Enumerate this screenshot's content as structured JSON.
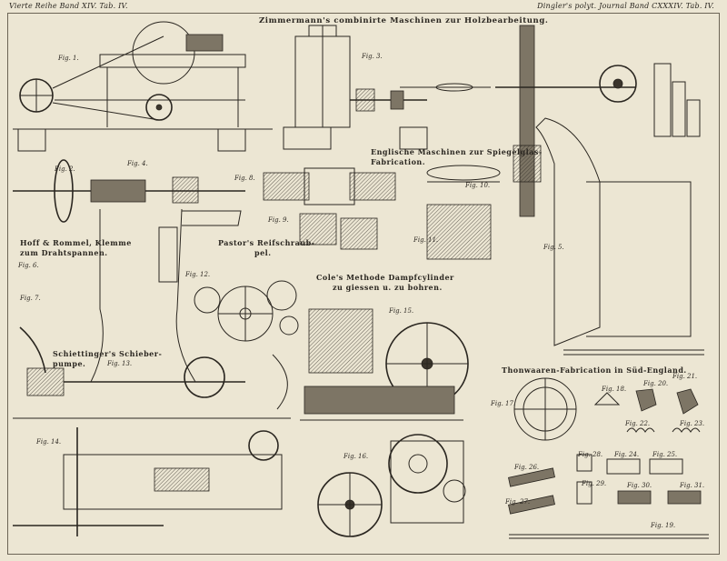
{
  "plate": {
    "header_left": "Vierte Reihe Band XIV. Tab. IV.",
    "header_right": "Dingler's polyt. Journal Band CXXXIV. Tab. IV.",
    "title": "Zimmermann's combinirte Maschinen zur Holzbearbeitung."
  },
  "captions": {
    "spiegelglas": [
      "Englische Maschinen zur Spiegelglas-",
      "Fabrication."
    ],
    "hoff": [
      "Hoff & Rommel, Klemme",
      "zum Drahtspannen."
    ],
    "pastor": [
      "Pastor's Reifschraub-",
      "pel."
    ],
    "cole": [
      "Cole's Methode Dampfcylinder",
      "zu giessen u. zu bohren."
    ],
    "schiettinger": [
      "Schiettinger's Schieber-",
      "pumpe."
    ],
    "thonwaaren": "Thonwaaren-Fabrication in Süd-England."
  },
  "figures": {
    "f1": "Fig. 1.",
    "f2": "Fig. 2.",
    "f3": "Fig. 3.",
    "f4": "Fig. 4.",
    "f5": "Fig. 5.",
    "f6": "Fig. 6.",
    "f7": "Fig. 7.",
    "f8": "Fig. 8.",
    "f9": "Fig. 9.",
    "f10": "Fig. 10.",
    "f11": "Fig. 11.",
    "f12": "Fig. 12.",
    "f13": "Fig. 13.",
    "f14": "Fig. 14.",
    "f15": "Fig. 15.",
    "f16": "Fig. 16.",
    "f17": "Fig. 17.",
    "f18": "Fig. 18.",
    "f19": "Fig. 19.",
    "f20": "Fig. 20.",
    "f21": "Fig. 21.",
    "f22": "Fig. 22.",
    "f23": "Fig. 23.",
    "f24": "Fig. 24.",
    "f25": "Fig. 25.",
    "f26": "Fig. 26.",
    "f27": "Fig. 27.",
    "f28": "Fig. 28.",
    "f29": "Fig. 29.",
    "f30": "Fig. 30.",
    "f31": "Fig. 31."
  }
}
